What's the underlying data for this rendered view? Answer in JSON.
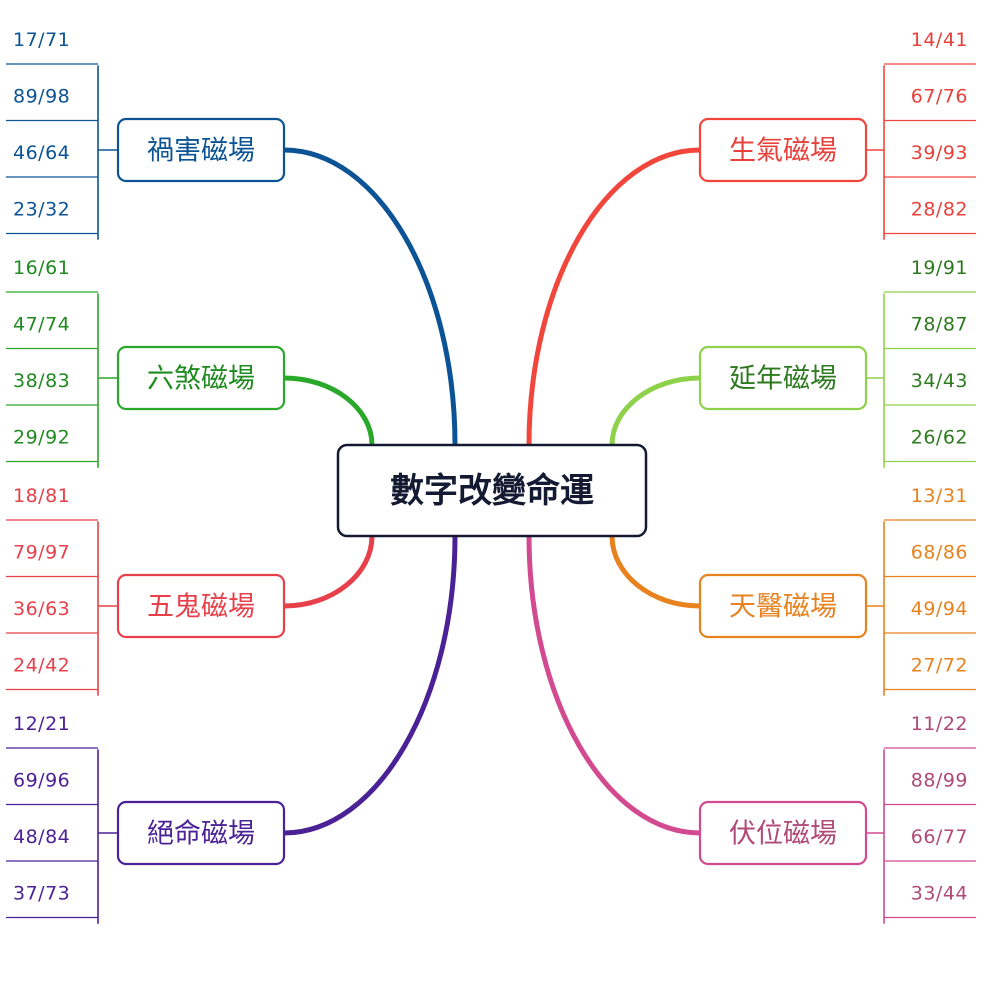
{
  "center": {
    "label": "數字改變命運"
  },
  "branches": [
    {
      "side": "left",
      "label": "禍害磁場",
      "color": "#0b5394",
      "text_color": "#0b5394",
      "numbers": [
        "17/71",
        "89/98",
        "46/64",
        "23/32"
      ]
    },
    {
      "side": "left",
      "label": "六煞磁場",
      "color": "#2aa82a",
      "text_color": "#1f8a1f",
      "numbers": [
        "16/61",
        "47/74",
        "38/83",
        "29/92"
      ]
    },
    {
      "side": "left",
      "label": "五鬼磁場",
      "color": "#e8404a",
      "text_color": "#e8404a",
      "numbers": [
        "18/81",
        "79/97",
        "36/63",
        "24/42"
      ]
    },
    {
      "side": "left",
      "label": "絕命磁場",
      "color": "#4b2296",
      "text_color": "#4b2296",
      "numbers": [
        "12/21",
        "69/96",
        "48/84",
        "37/73"
      ]
    },
    {
      "side": "right",
      "label": "生氣磁場",
      "color": "#f0463c",
      "text_color": "#e8403a",
      "numbers": [
        "14/41",
        "67/76",
        "39/93",
        "28/82"
      ]
    },
    {
      "side": "right",
      "label": "延年磁場",
      "color": "#8ed14a",
      "text_color": "#2d7a1f",
      "numbers": [
        "19/91",
        "78/87",
        "34/43",
        "26/62"
      ]
    },
    {
      "side": "right",
      "label": "天醫磁場",
      "color": "#e8821e",
      "text_color": "#e8821e",
      "numbers": [
        "13/31",
        "68/86",
        "49/94",
        "27/72"
      ]
    },
    {
      "side": "right",
      "label": "伏位磁場",
      "color": "#d24a90",
      "text_color": "#b04a78",
      "numbers": [
        "11/22",
        "88/99",
        "66/77",
        "33/44"
      ]
    }
  ]
}
